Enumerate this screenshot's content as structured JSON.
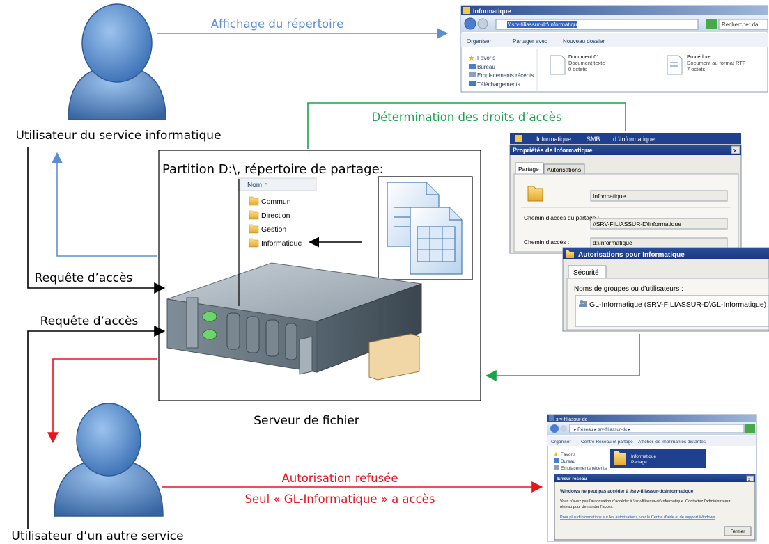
{
  "actors": {
    "it_user": "Utilisateur du service informatique",
    "other_user": "Utilisateur d’un autre service"
  },
  "arrows": {
    "display_directory": "Affichage du répertoire",
    "rights_determination": "Détermination des droits d’accès",
    "access_request_1": "Requête d’accès",
    "access_request_2": "Requête d’accès",
    "denied_line1": "Autorisation refusée",
    "denied_line2": "Seul « GL-Informatique » a accès"
  },
  "server": {
    "partition_title": "Partition D:\\, répertoire de partage:",
    "caption": "Serveur de fichier",
    "column_header": "Nom",
    "folders": [
      "Commun",
      "Direction",
      "Gestion",
      "Informatique"
    ]
  },
  "explorer": {
    "title": "Informatique",
    "address": "\\\\srv-filiassur-dc\\Informatique",
    "search": "Rechercher da",
    "toolbar": [
      "Organiser",
      "Partager avec",
      "Nouveau dossier"
    ],
    "nav": [
      "Favoris",
      "Bureau",
      "Emplacements récents",
      "Téléchargements"
    ],
    "files": [
      {
        "name": "Document 01",
        "type": "Document texte",
        "size": "0 octets"
      },
      {
        "name": "Procédure",
        "type": "Document au format RTF",
        "size": "7 octets"
      }
    ]
  },
  "share_row": {
    "name": "Informatique",
    "protocol": "SMB",
    "path": "d:\\Informatique"
  },
  "properties": {
    "title": "Propriétés de Informatique",
    "tabs": [
      "Partage",
      "Autorisations"
    ],
    "name_value": "Informatique",
    "path_label": "Chemin d’accès du partage :",
    "path_value": "\\\\SRV-FILIASSUR-D\\Informatique",
    "local_label": "Chemin d’accès :",
    "local_value": "d:\\Informatique"
  },
  "permissions": {
    "title": "Autorisations pour Informatique",
    "tab": "Sécurité",
    "label": "Noms de groupes ou d’utilisateurs :",
    "entry": "GL-Informatique (SRV-FILIASSUR-D\\GL-Informatique)"
  },
  "error_window": {
    "title": "srv-filiassur-dc",
    "breadcrumb": "▸ Réseau ▸ srv-filiassur-dc ▸",
    "toolbar": [
      "Organiser",
      "Centre Réseau et partage",
      "Afficher les imprimantes distantes"
    ],
    "nav": [
      "Favoris",
      "Bureau",
      "Emplacements récents"
    ],
    "share_name": "Informatique",
    "share_sub": "Partage",
    "dialog_title": "Erreur réseau",
    "heading": "Windows ne peut pas accéder à \\\\srv-filiassur-dc\\Informatique",
    "body1": "Vous n'avez pas l'autorisation d'accéder à \\\\srv-filiassur-dc\\Informatique. Contactez l'administrateur",
    "body2": "réseau pour demander l'accès.",
    "link": "Pour plus d'informations sur les autorisations, voir le Centre d'aide et de support Windows",
    "close_button": "Fermer"
  },
  "colors": {
    "blue": "#5b8fd1",
    "green": "#1aa34a",
    "red": "#e8141b",
    "black": "#000000"
  }
}
